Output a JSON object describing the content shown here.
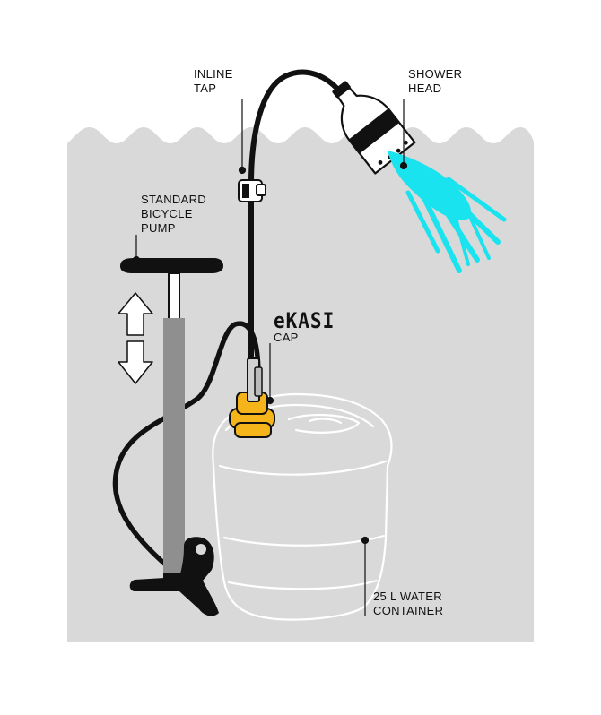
{
  "labels": {
    "inline_tap": "INLINE\nTAP",
    "shower_head": "SHOWER\nHEAD",
    "pump": "STANDARD\nBICYCLE\nPUMP",
    "brand": "eKASI",
    "cap": "CAP",
    "container": "25 L WATER\nCONTAINER"
  },
  "colors": {
    "background_panel": "#d9d9d9",
    "water_spray": "#19e3ee",
    "cap": "#f5b419",
    "pump_barrel": "#8f8f8f",
    "hose": "#111111",
    "container_outline": "#ffffff"
  },
  "icons": [
    "up-arrow-icon",
    "down-arrow-icon"
  ]
}
